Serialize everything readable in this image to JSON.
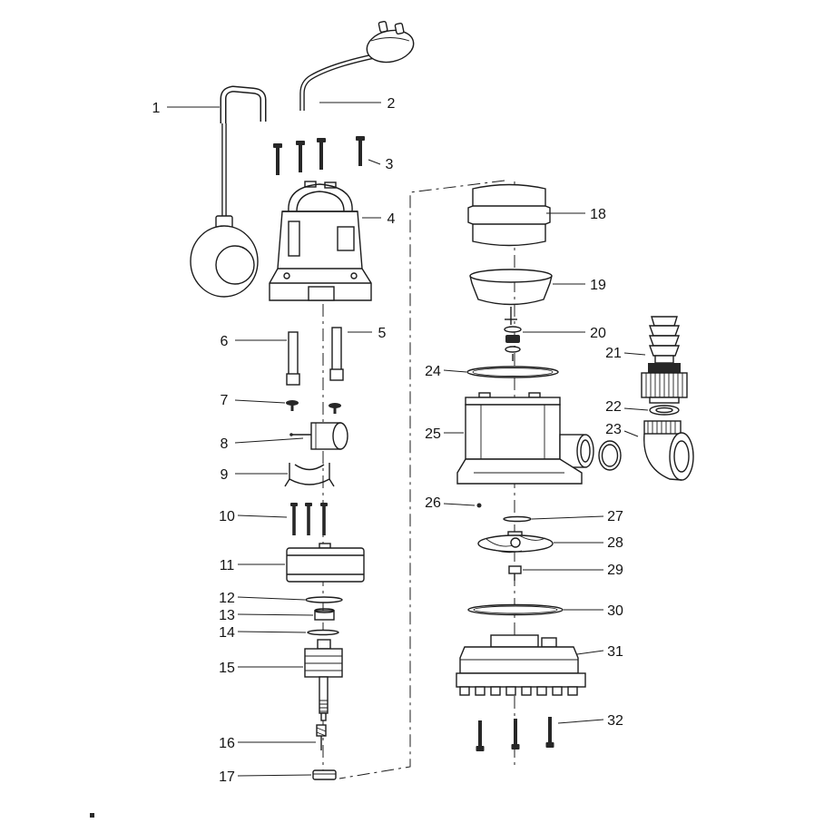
{
  "page": {
    "background": "#ffffff",
    "line_color": "#1c1c1c"
  },
  "diagram": {
    "type": "exploded-parts-diagram",
    "subject": "submersible-pump"
  },
  "parts": [
    {
      "number": "1",
      "name": "float-switch"
    },
    {
      "number": "2",
      "name": "power-cord-plug"
    },
    {
      "number": "3",
      "name": "housing-screws"
    },
    {
      "number": "4",
      "name": "upper-housing-handle"
    },
    {
      "number": "5",
      "name": "bolt-right"
    },
    {
      "number": "6",
      "name": "bolt-left"
    },
    {
      "number": "7",
      "name": "small-screws"
    },
    {
      "number": "8",
      "name": "capacitor"
    },
    {
      "number": "9",
      "name": "clamp-bracket"
    },
    {
      "number": "10",
      "name": "motor-screws"
    },
    {
      "number": "11",
      "name": "stator-housing"
    },
    {
      "number": "12",
      "name": "washer"
    },
    {
      "number": "13",
      "name": "bearing-bushing"
    },
    {
      "number": "14",
      "name": "shim-washer"
    },
    {
      "number": "15",
      "name": "rotor-shaft"
    },
    {
      "number": "16",
      "name": "spring-pin"
    },
    {
      "number": "17",
      "name": "lower-bushing"
    },
    {
      "number": "18",
      "name": "motor-jacket"
    },
    {
      "number": "19",
      "name": "seal-housing-cap"
    },
    {
      "number": "20",
      "name": "seal-washer-stack"
    },
    {
      "number": "21",
      "name": "hose-adapter"
    },
    {
      "number": "22",
      "name": "flat-washer"
    },
    {
      "number": "23",
      "name": "o-ring"
    },
    {
      "number": "24",
      "name": "gasket-disc"
    },
    {
      "number": "25",
      "name": "pump-housing"
    },
    {
      "number": "26",
      "name": "pin"
    },
    {
      "number": "27",
      "name": "shaft-washer"
    },
    {
      "number": "28",
      "name": "impeller"
    },
    {
      "number": "29",
      "name": "impeller-nut"
    },
    {
      "number": "30",
      "name": "wear-plate"
    },
    {
      "number": "31",
      "name": "base-strainer"
    },
    {
      "number": "32",
      "name": "base-screws"
    }
  ]
}
